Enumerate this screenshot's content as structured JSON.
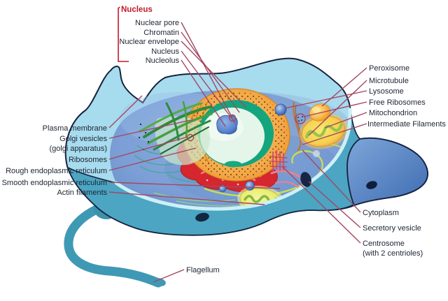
{
  "diagram_type": "animal-cell-anatomy",
  "labels": {
    "nucleus_header": "Nucleus",
    "nuclear_pore": "Nuclear pore",
    "chromatin": "Chromatin",
    "nuclear_envelope": "Nuclear envelope",
    "nucleus": "Nucleus",
    "nucleolus": "Nucleolus",
    "plasma_membrane": "Plasma membrane",
    "golgi_vesicles": "Golgi vesicles",
    "golgi_sub": "(golgi apparatus)",
    "ribosomes": "Ribosomes",
    "rough_er": "Rough endoplasmic reticulum",
    "smooth_er": "Smooth endoplasmic reticulum",
    "actin_filaments": "Actin filaments",
    "peroxisome": "Peroxisome",
    "microtubule": "Microtubule",
    "lysosome": "Lysosome",
    "free_ribosomes": "Free Ribosomes",
    "mitochondrion": "Mitochondrion",
    "intermediate_filaments": "Intermediate Filaments",
    "cytoplasm": "Cytoplasm",
    "secretory_vesicle": "Secretory vesicle",
    "centrosome": "Centrosome",
    "centrosome_sub": "(with 2 centrioles)",
    "flagellum": "Flagellum"
  },
  "colors": {
    "label_text": "#1d2433",
    "nucleus_header_red": "#c21b2c",
    "leader_line": "#a44762",
    "membrane_light_blue": "#a7dbee",
    "cytoplasm_blue": "#7b9fd6",
    "front_face_teal": "#4ba5c3",
    "right_lobe_blue": "#4f81c4",
    "nuclear_envelope_orange": "#f3a644",
    "chromatin_green": "#13a57d",
    "nucleolus_blue": "#5c86d0",
    "rough_er_red": "#d6262e",
    "golgi_green": "#2e8a3a",
    "mitochondrion_yellow": "#f5cf4e",
    "flagellum_teal": "#3f99b5",
    "background": "#ffffff"
  }
}
